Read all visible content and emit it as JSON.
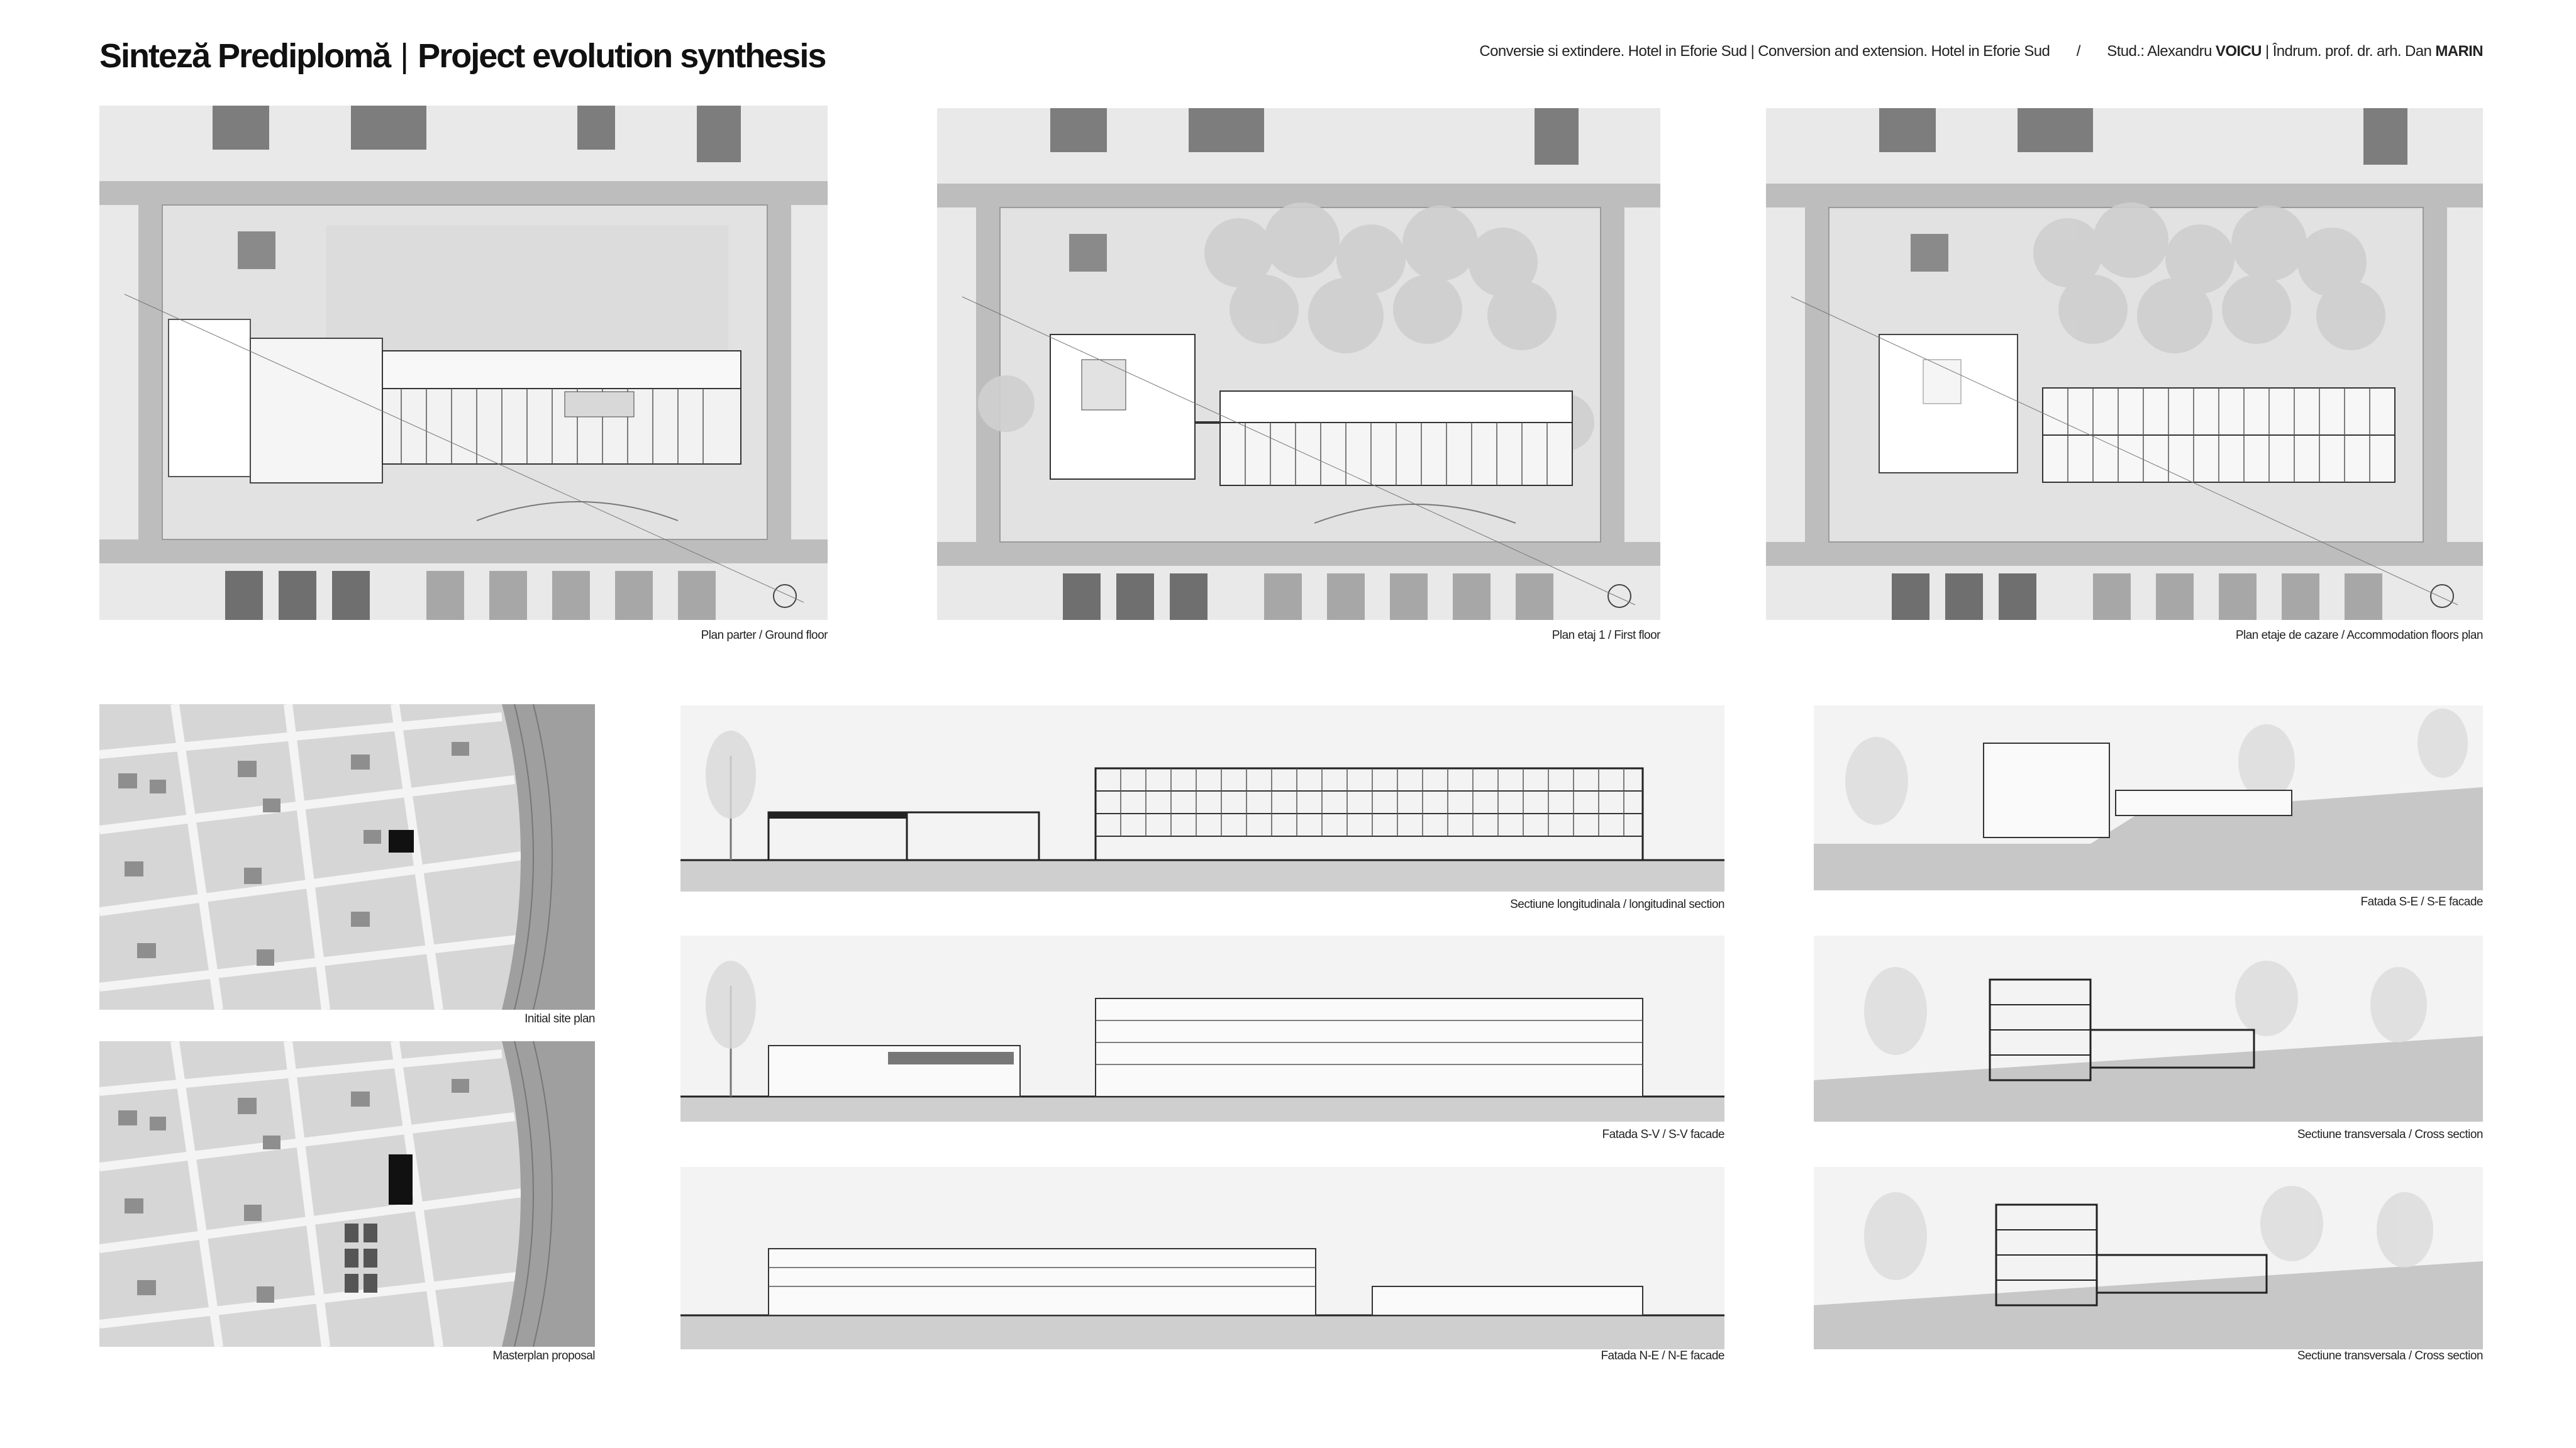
{
  "header": {
    "title_ro": "Sinteză Prediplomă",
    "title_sep": "|",
    "title_en": "Project evolution synthesis",
    "project_ro": "Conversie si extindere. Hotel in Eforie Sud",
    "project_sep": "|",
    "project_en": "Conversion and extension. Hotel in Eforie Sud",
    "slash": "/",
    "student_label": "Stud.: Alexandru",
    "student_surname": "VOICU",
    "tutor_sep": "|",
    "tutor_label": "Îndrum. prof. dr. arh. Dan",
    "tutor_surname": "MARIN"
  },
  "plans": [
    {
      "caption": "Plan parter / Ground floor"
    },
    {
      "caption": "Plan etaj 1 / First floor"
    },
    {
      "caption": "Plan etaje de cazare / Accommodation floors plan"
    }
  ],
  "site_plans": [
    {
      "caption": "Initial site plan"
    },
    {
      "caption": "Masterplan proposal"
    }
  ],
  "drawings_center": [
    {
      "caption": "Sectiune longitudinala / longitudinal section"
    },
    {
      "caption": "Fatada S-V / S-V facade"
    },
    {
      "caption": "Fatada N-E / N-E facade"
    }
  ],
  "drawings_right": [
    {
      "caption": "Fatada S-E / S-E facade"
    },
    {
      "caption": "Sectiune transversala / Cross section"
    },
    {
      "caption": "Sectiune transversala / Cross section"
    }
  ]
}
